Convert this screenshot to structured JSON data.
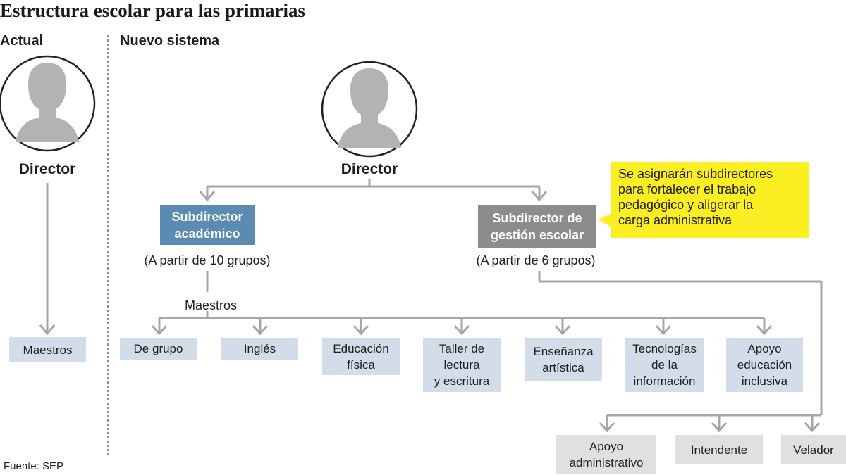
{
  "title": "Estructura escolar para las primarias",
  "columns": {
    "current": "Actual",
    "new": "Nuevo sistema"
  },
  "current": {
    "director": "Director",
    "teachers": "Maestros"
  },
  "new_system": {
    "director": "Director",
    "academic": {
      "label": "Subdirector\nacadémico",
      "note": "(A partir de 10 grupos)"
    },
    "management": {
      "label": "Subdirector de\ngestión escolar",
      "note": "(A partir de 6 grupos)"
    },
    "callout": "Se asignarán subdirectores\npara fortalecer el trabajo\npedagógico y aligerar la\ncarga administrativa",
    "teachers_label": "Maestros",
    "teacher_types": [
      "De grupo",
      "Inglés",
      "Educación\nfísica",
      "Taller de\nlectura\ny escritura",
      "Enseñanza\nartística",
      "Tecnologías\nde la\ninformación",
      "Apoyo\neducación\ninclusiva"
    ],
    "staff": [
      "Apoyo\nadministrativo",
      "Intendente",
      "Velador"
    ]
  },
  "source": "Fuente: SEP",
  "colors": {
    "academic": "#5b8ab2",
    "management": "#8c8c8c",
    "teacher_box": "#d2dde9",
    "staff_box": "#e0e0e0",
    "callout": "#fbef24",
    "connector": "#a6a6a6"
  },
  "icons": [
    "person-silhouette-icon"
  ]
}
